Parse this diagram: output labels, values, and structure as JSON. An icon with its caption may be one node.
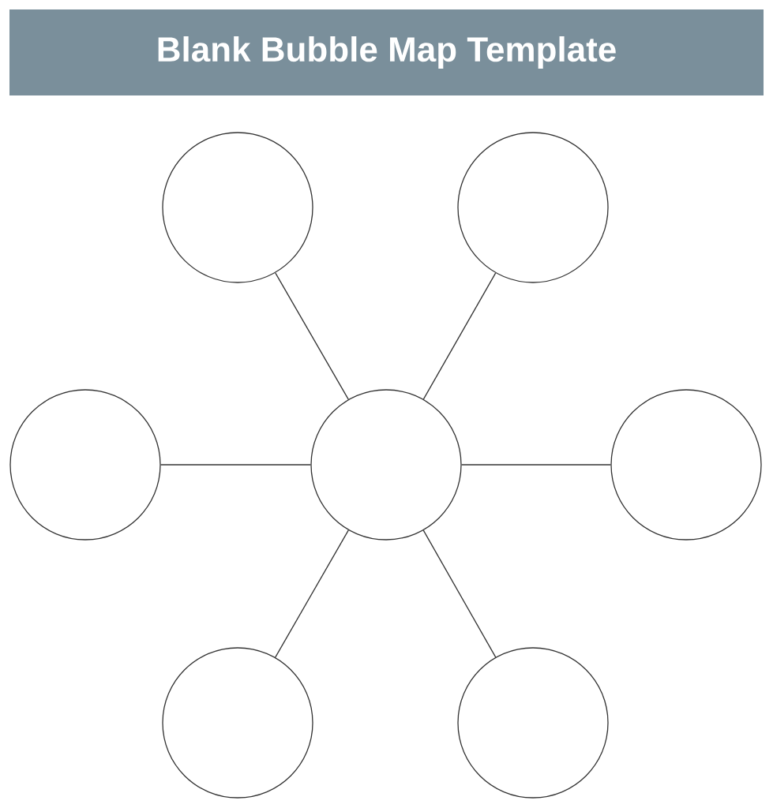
{
  "diagram": {
    "title": "Blank Bubble Map Template",
    "nodes": [
      {
        "text": [],
        "shape": "circle"
      },
      {
        "text": [],
        "shape": "circle"
      },
      {
        "text": [],
        "shape": "circle"
      },
      {
        "text": [],
        "shape": "circle"
      },
      {
        "text": [],
        "shape": "circle"
      },
      {
        "text": [],
        "shape": "circle"
      },
      {
        "text": [],
        "shape": "circle"
      }
    ],
    "edges": [
      {
        "from": 3,
        "to": 0,
        "arrow": "none"
      },
      {
        "from": 3,
        "to": 1,
        "arrow": "none"
      },
      {
        "from": 3,
        "to": 2,
        "arrow": "none"
      },
      {
        "from": 3,
        "to": 4,
        "arrow": "none"
      },
      {
        "from": 3,
        "to": 5,
        "arrow": "none"
      },
      {
        "from": 3,
        "to": 6,
        "arrow": "none"
      }
    ]
  }
}
